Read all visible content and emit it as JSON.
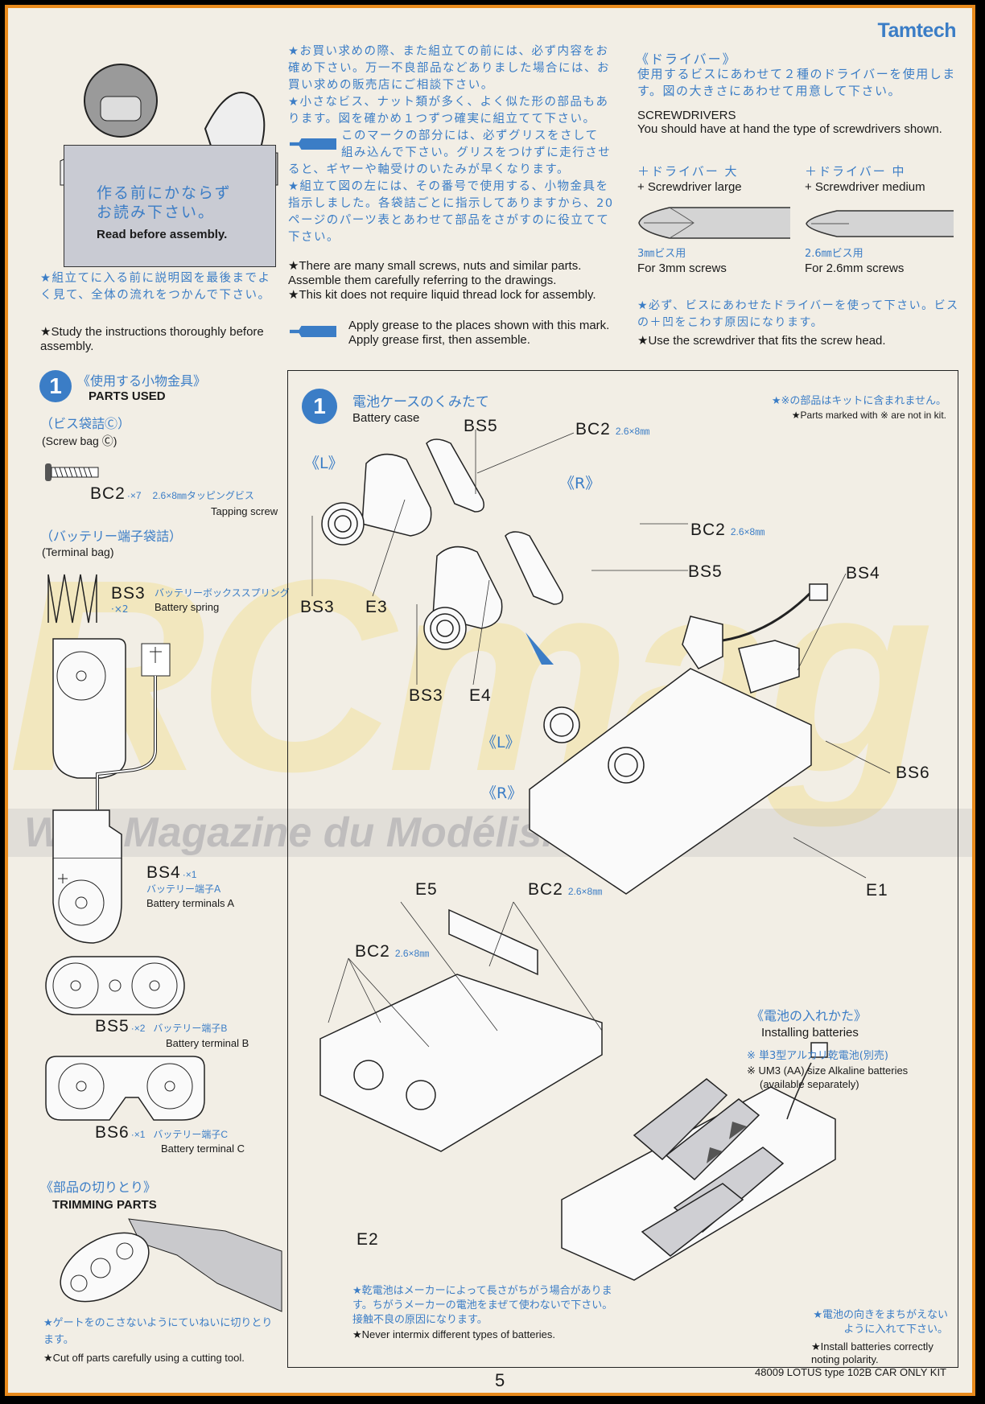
{
  "brand": "Tamtech",
  "intro": {
    "sign_jp_1": "作る前にかならず",
    "sign_jp_2": "お読み下さい。",
    "sign_en": "Read before assembly.",
    "study_jp": "★組立てに入る前に説明図を最後までよく見て、全体の流れをつかんで下さい。",
    "study_en": "★Study the instructions thoroughly before assembly."
  },
  "notes": {
    "jp_1": "★お買い求めの際、また組立ての前には、必ず内容をお確め下さい。万一不良部品などありました場合には、お買い求めの販売店にご相談下さい。",
    "jp_2": "★小さなビス、ナット類が多く、よく似た形の部品もあります。図を確かめ１つずつ確実に組立てて下さい。",
    "jp_3a": "このマークの部分には、必ずグリスをさして",
    "jp_3b": "組み込んで下さい。グリスをつけずに走行させると、ギヤーや軸受けのいたみが早くなります。",
    "jp_4": "★組立て図の左には、その番号で使用する、小物金具を指示しました。各袋詰ごとに指示してありますから、20ページのパーツ表とあわせて部品をさがすのに役立てて下さい。",
    "en_1": "★There are many small screws, nuts and similar parts. Assemble them carefully referring to the drawings.",
    "en_2": "★This kit does not require liquid thread lock for assembly.",
    "en_grease": "Apply grease to the places shown with this mark. Apply grease first, then assemble."
  },
  "screwdrivers": {
    "title_jp": "《ドライバー》",
    "desc_jp": "使用するビスにあわせて２種のドライバーを使用します。図の大きさにあわせて用意して下さい。",
    "title_en": "SCREWDRIVERS",
    "desc_en": "You should have at hand the type of screwdrivers shown.",
    "large_jp": "＋ドライバー 大",
    "large_en": "+ Screwdriver large",
    "large_use_jp": "3㎜ビス用",
    "large_use_en": "For 3mm screws",
    "medium_jp": "＋ドライバー 中",
    "medium_en": "+ Screwdriver medium",
    "medium_use_jp": "2.6㎜ビス用",
    "medium_use_en": "For 2.6mm screws",
    "note_jp": "★必ず、ビスにあわせたドライバーを使って下さい。ビスの＋凹をこわす原因になります。",
    "note_en": "★Use the screwdriver that fits the screw head."
  },
  "parts": {
    "step": "1",
    "title_jp": "《使用する小物金具》",
    "title_en": "PARTS USED",
    "bag1_jp": "（ビス袋詰Ⓒ）",
    "bag1_en": "(Screw bag Ⓒ)",
    "bc2_code": "BC2",
    "bc2_qty": "·×7",
    "bc2_jp": "2.6×8㎜タッピングビス",
    "bc2_en": "Tapping screw",
    "bag2_jp": "（バッテリー端子袋詰）",
    "bag2_en": "(Terminal bag)",
    "bs3_code": "BS3",
    "bs3_qty": "·×2",
    "bs3_jp": "バッテリーボックススプリング",
    "bs3_en": "Battery spring",
    "bs4_code": "BS4",
    "bs4_qty": "·×1",
    "bs4_jp": "バッテリー端子A",
    "bs4_en": "Battery terminals A",
    "bs5_code": "BS5",
    "bs5_qty": "·×2",
    "bs5_jp": "バッテリー端子B",
    "bs5_en": "Battery terminal B",
    "bs6_code": "BS6",
    "bs6_qty": "·×1",
    "bs6_jp": "バッテリー端子C",
    "bs6_en": "Battery terminal C"
  },
  "trimming": {
    "title_jp": "《部品の切りとり》",
    "title_en": "TRIMMING PARTS",
    "note_jp": "★ゲートをのこさないようにていねいに切りとります。",
    "note_en": "★Cut off parts carefully using a cutting tool."
  },
  "step1": {
    "number": "1",
    "title_jp": "電池ケースのくみたて",
    "title_en": "Battery case",
    "notkit_jp": "★※の部品はキットに含まれません。",
    "notkit_en": "★Parts marked with ※ are not in kit.",
    "labels": {
      "bs5a": "BS5",
      "bc2a": "BC2",
      "dim": "2.6×8㎜",
      "L": "《L》",
      "R": "《R》",
      "bc2b": "BC2",
      "bs5b": "BS5",
      "bs4": "BS4",
      "bs3a": "BS3",
      "e3": "E3",
      "bs3b": "BS3",
      "e4": "E4",
      "L2": "《L》",
      "R2": "《R》",
      "bs6": "BS6",
      "e1": "E1",
      "e5": "E5",
      "bc2c": "BC2",
      "bc2d": "BC2",
      "e2": "E2"
    },
    "install_jp": "《電池の入れかた》",
    "install_en": "Installing batteries",
    "batt_jp": "※ 単3型アルカリ乾電池(別売)",
    "batt_en_1": "※ UM3 (AA) size Alkaline batteries",
    "batt_en_2": "(available separately)",
    "mix_jp": "★乾電池はメーカーによって長さがちがう場合があります。ちがうメーカーの電池をまぜて使わないで下さい。接触不良の原因になります。",
    "mix_en": "★Never intermix different types of batteries.",
    "polarity_jp": "★電池の向きをまちがえないように入れて下さい。",
    "polarity_en": "★Install batteries correctly noting polarity."
  },
  "footer": {
    "page": "5",
    "kit": "48009 LOTUS type 102B CAR ONLY KIT"
  },
  "watermark": {
    "logo": "RCmag",
    "tagline": "Web Magazine du Modélisme RC"
  },
  "colors": {
    "blue": "#3b7dc6",
    "frame": "#e88a1c",
    "paper": "#f2eee5"
  }
}
